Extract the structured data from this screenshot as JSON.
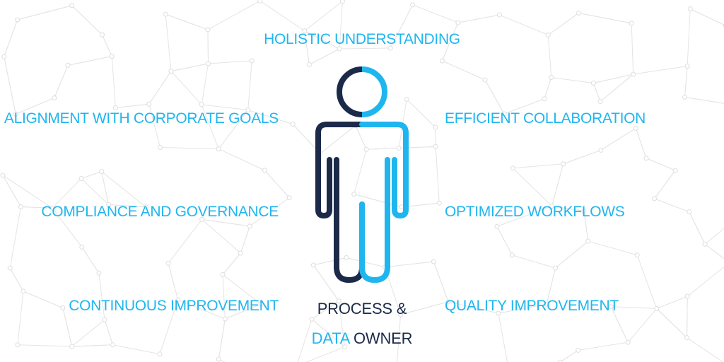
{
  "center": {
    "line1": "PROCESS &",
    "line2_highlight": "DATA",
    "line2_rest": "OWNER"
  },
  "benefits": {
    "top": "HOLISTIC UNDERSTANDING",
    "left_1": "ALIGNMENT WITH CORPORATE GOALS",
    "left_2": "COMPLIANCE AND GOVERNANCE",
    "left_3": "CONTINUOUS IMPROVEMENT",
    "right_1": "EFFICIENT COLLABORATION",
    "right_2": "OPTIMIZED WORKFLOWS",
    "right_3": "QUALITY IMPROVEMENT"
  },
  "colors": {
    "accent": "#1fb6ef",
    "dark": "#1c2a4a",
    "network": "#e6e6e6"
  },
  "icon": "person-outline-icon"
}
